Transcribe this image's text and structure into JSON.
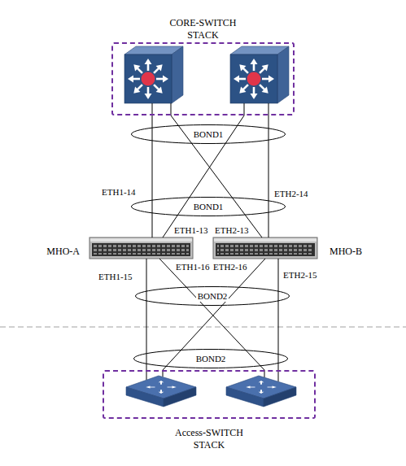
{
  "diagram": {
    "nodes": [
      {
        "text": [
          "CORE-SWITCH STACK"
        ]
      },
      {
        "text": [
          "BOND1"
        ]
      },
      {
        "text": [
          "BOND1"
        ]
      },
      {
        "text": [
          "MHO-A"
        ]
      },
      {
        "text": [
          "MHO-B"
        ]
      },
      {
        "text": [
          "BOND2"
        ]
      },
      {
        "text": [
          "BOND2"
        ]
      },
      {
        "text": [
          "Access-SWITCH STACK"
        ]
      }
    ],
    "edges": [
      {
        "from": 0,
        "to": 3,
        "arrow": "none"
      },
      {
        "from": 0,
        "to": 4,
        "arrow": "none"
      },
      {
        "from": 0,
        "to": 3,
        "arrow": "none"
      },
      {
        "from": 0,
        "to": 4,
        "arrow": "none"
      },
      {
        "from": 3,
        "to": 7,
        "arrow": "none"
      },
      {
        "from": 3,
        "to": 7,
        "arrow": "none"
      },
      {
        "from": 4,
        "to": 7,
        "arrow": "none"
      },
      {
        "from": 4,
        "to": 7,
        "arrow": "none"
      }
    ],
    "labels": [
      "ETH1-14",
      "ETH2-14",
      "ETH1-13",
      "ETH2-13",
      "ETH1-16",
      "ETH2-16",
      "ETH1-15",
      "ETH2-15"
    ]
  }
}
